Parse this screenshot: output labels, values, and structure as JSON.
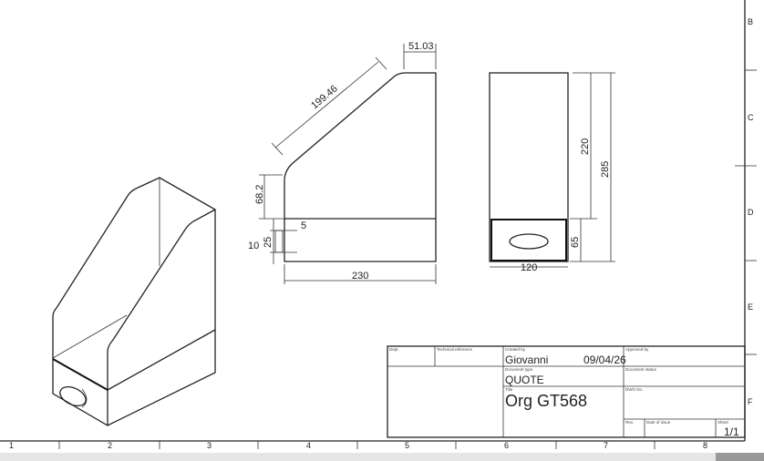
{
  "border": {
    "columns": [
      "1",
      "2",
      "3",
      "4",
      "5",
      "6",
      "7",
      "8"
    ],
    "rows": [
      "B",
      "C",
      "D",
      "E",
      "F"
    ]
  },
  "side_view": {
    "dims": {
      "top_width": "51.03",
      "slope": "199.46",
      "height_front": "68.2",
      "offset": "5",
      "slot_height": "25",
      "slot_offset": "10",
      "length": "230"
    }
  },
  "front_view": {
    "dims": {
      "upper_height": "220",
      "total_height": "285",
      "drawer_height": "65",
      "width": "120"
    }
  },
  "title_block": {
    "dept_label": "Dept.",
    "tech_ref_label": "Technical reference",
    "created_by_label": "Created by",
    "created_by": "Giovanni",
    "date": "09/04/26",
    "approved_by_label": "Approved by",
    "doc_type_label": "Document type",
    "doc_type": "QUOTE",
    "doc_status_label": "Document status",
    "title_label": "Title",
    "title": "Org GT568",
    "dwg_no_label": "DWG No.",
    "rev_label": "Rev.",
    "date_of_issue_label": "Date of issue",
    "sheet_label": "Sheet",
    "sheet": "1/1"
  }
}
